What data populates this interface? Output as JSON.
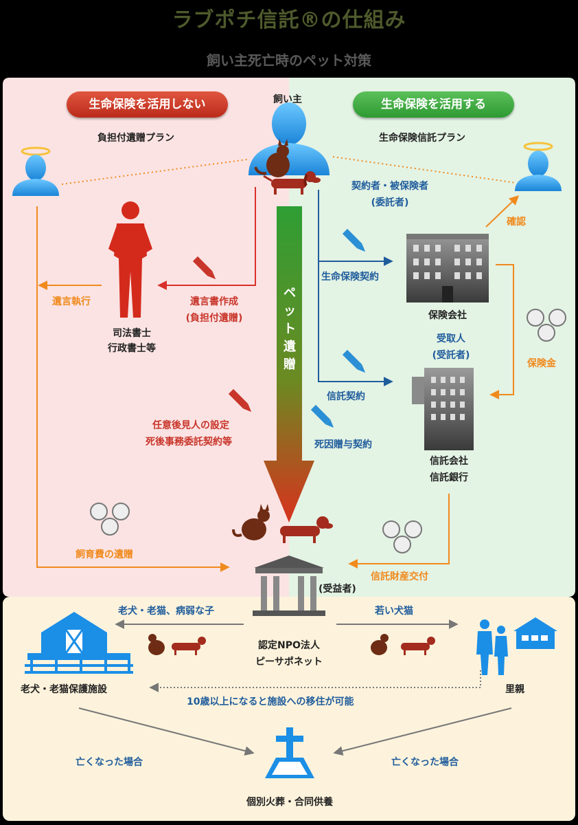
{
  "title": "ラブポチ信託®の仕組み",
  "subtitle": "飼い主死亡時のペット対策",
  "owner": "飼い主",
  "left_plan": {
    "pill": "生命保険を活用しない",
    "plan_name": "負担付遺贈プラン",
    "scrivener": [
      "司法書士",
      "行政書士等"
    ],
    "will_execution": "遺言執行",
    "will_creation": [
      "遺言書作成",
      "(負担付遺贈)"
    ],
    "guardian": [
      "任意後見人の設定",
      "死後事務委託契約等"
    ],
    "bequest_of_costs": "飼育費の遺贈"
  },
  "right_plan": {
    "pill": "生命保険を活用する",
    "plan_name": "生命保険信託プラン",
    "contractor": [
      "契約者・被保険者",
      "(委託者)"
    ],
    "insurance_contract": "生命保険契約",
    "confirm": "確認",
    "insurer": "保険会社",
    "recipient": [
      "受取人",
      "(受託者)"
    ],
    "insurance_money": "保険金",
    "trust_contract": "信託契約",
    "gift_contract": "死因贈与契約",
    "trust_company": [
      "信託会社",
      "信託銀行"
    ],
    "trust_delivery": "信託財産交付"
  },
  "center": {
    "pet_bequest": [
      "ペ",
      "ッ",
      "ト",
      "遺",
      "贈"
    ],
    "beneficiary": "(受益者)",
    "npo": [
      "認定NPO法人",
      "ピーサポネット"
    ]
  },
  "bottom": {
    "old_pets": "老犬・老猫、病弱な子",
    "young_pets": "若い犬猫",
    "care_facility": "老犬・老猫保護施設",
    "foster": "里親",
    "transfer_note": "10歳以上になると施設への移住が可能",
    "died_left": "亡くなった場合",
    "died_right": "亡くなった場合",
    "memorial": "個別火葬・合同供養"
  },
  "colors": {
    "left_bg": "#fbe3e3",
    "right_bg": "#e3f3e4",
    "bottom_bg": "#fdf3dc",
    "blue_person": "#2a9be8",
    "pet_red": "#a32c1e",
    "cat_brown": "#6e2c14",
    "arrow_red": "#d9302b",
    "arrow_blue": "#1f5c9c",
    "arrow_orange": "#f08a1d",
    "arrow_gray": "#777777"
  }
}
